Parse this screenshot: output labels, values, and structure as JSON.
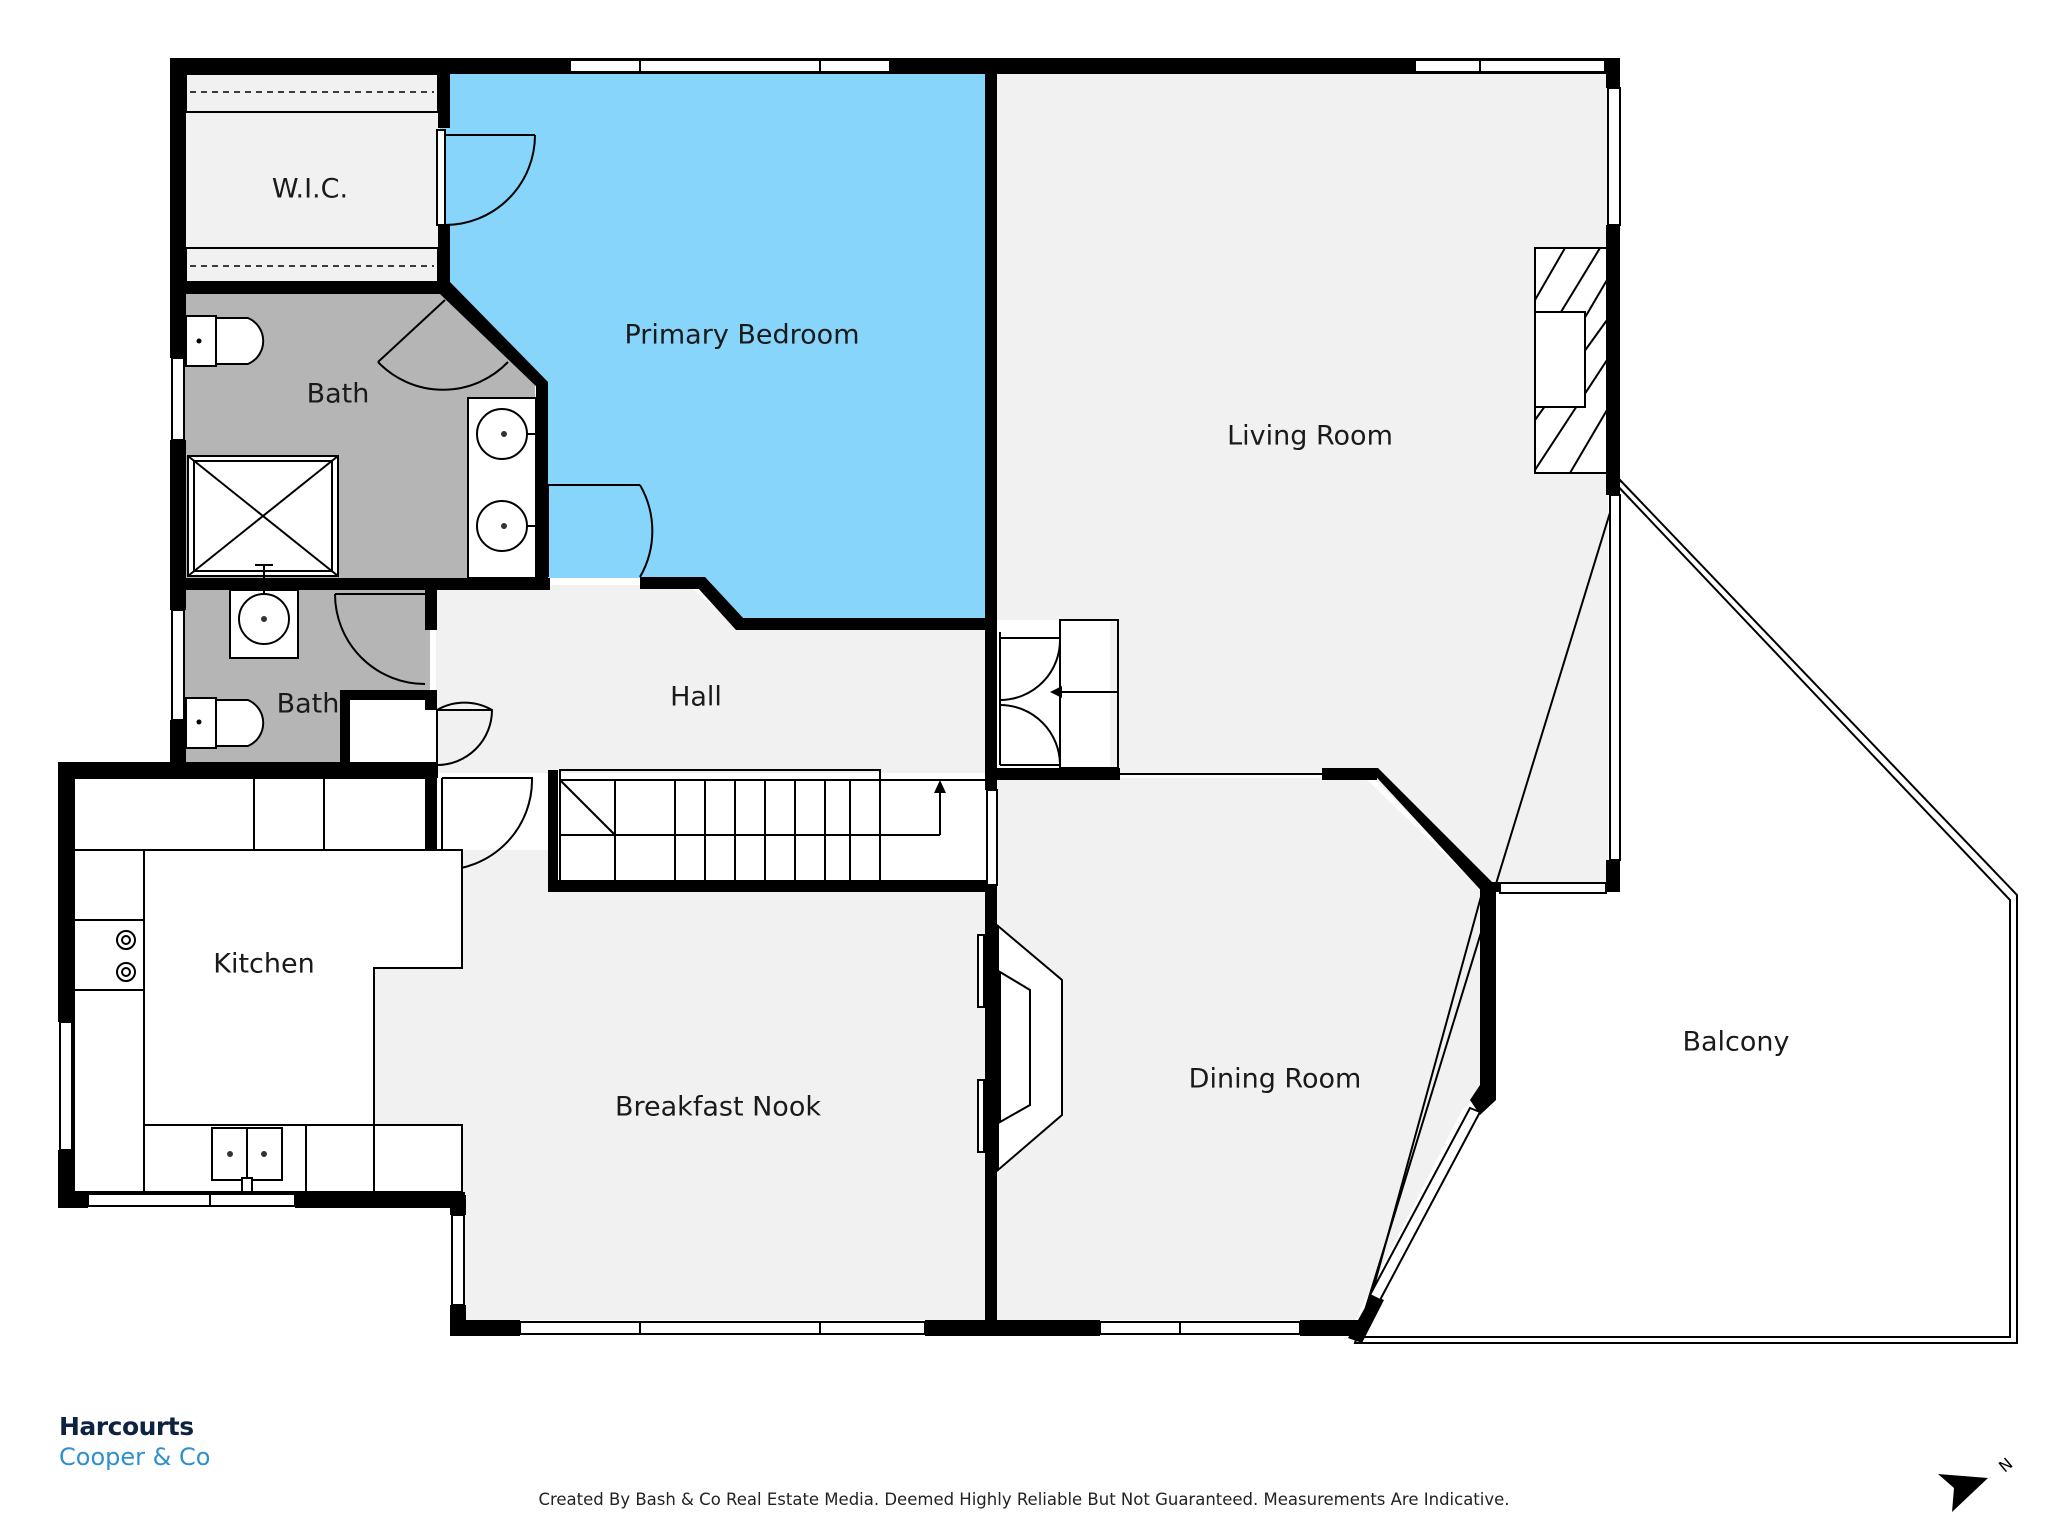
{
  "rooms": {
    "wic": "W.I.C.",
    "primary_bedroom": "Primary Bedroom",
    "bath_1": "Bath",
    "bath_2": "Bath",
    "hall": "Hall",
    "living_room": "Living Room",
    "kitchen": "Kitchen",
    "breakfast_nook": "Breakfast Nook",
    "dining_room": "Dining Room",
    "balcony": "Balcony"
  },
  "colors": {
    "highlight_room": "#87d5fa",
    "bath_fill": "#b5b5b5",
    "floor_fill": "#f1f1f1",
    "wall": "#000000",
    "brand_navy": "#0d2340",
    "brand_blue": "#2f8fd0"
  },
  "branding": {
    "name": "Harcourts",
    "office": "Cooper & Co"
  },
  "footer": {
    "credit": "Created By Bash & Co Real Estate Media. Deemed Highly Reliable But Not Guaranteed. Measurements Are Indicative."
  },
  "compass": {
    "label": "N",
    "icon": "north-arrow-icon"
  }
}
